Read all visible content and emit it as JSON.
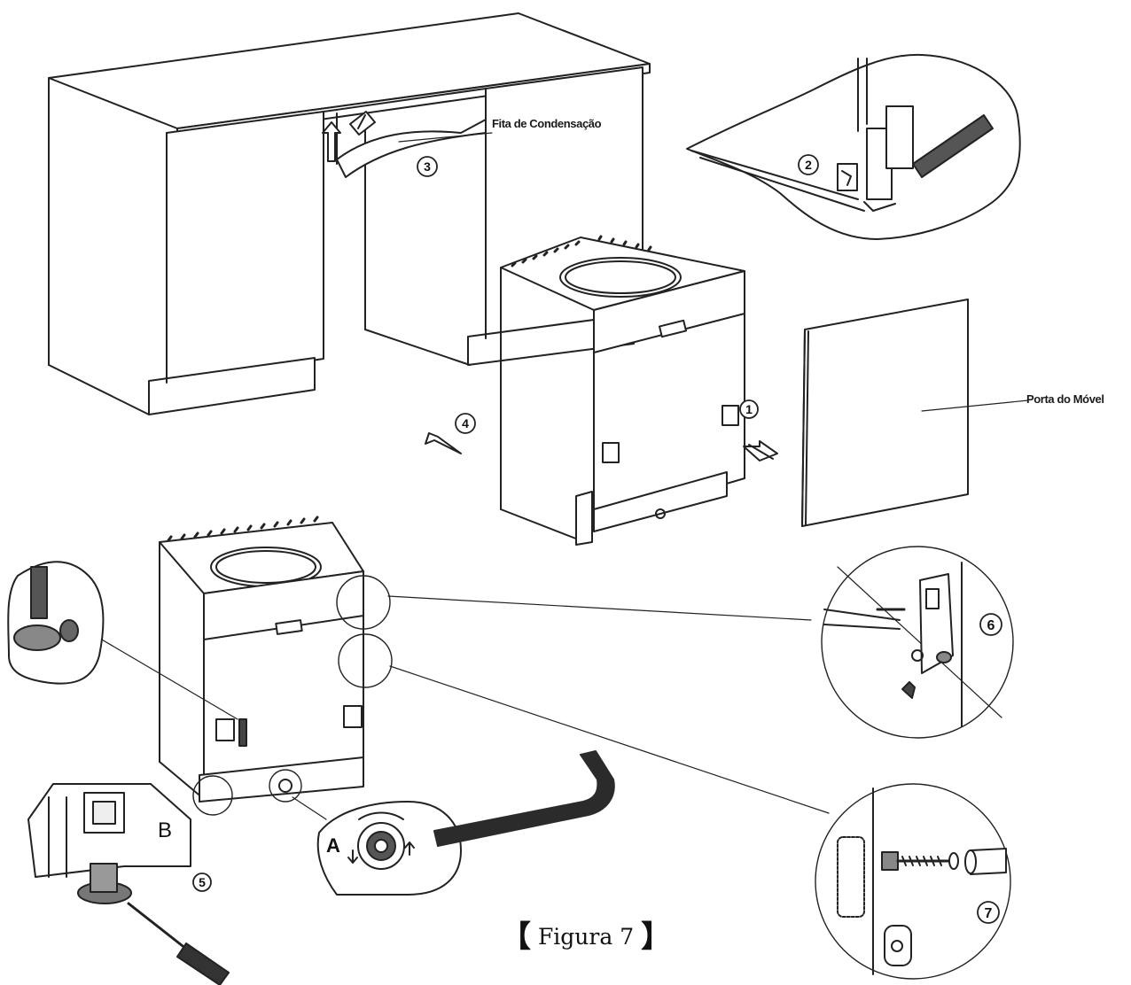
{
  "labels": {
    "condensation_tape": "Fita de Condensação",
    "cabinet_door": "Porta do Móvel"
  },
  "steps": [
    "1",
    "2",
    "3",
    "4",
    "5",
    "6",
    "7"
  ],
  "parts": {
    "a": "A",
    "b": "B"
  },
  "caption": {
    "open": "【",
    "text": "Figura 7",
    "close": "】"
  },
  "colors": {
    "line": "#222222",
    "tool": "#2b2b2b",
    "bg": "#ffffff"
  }
}
